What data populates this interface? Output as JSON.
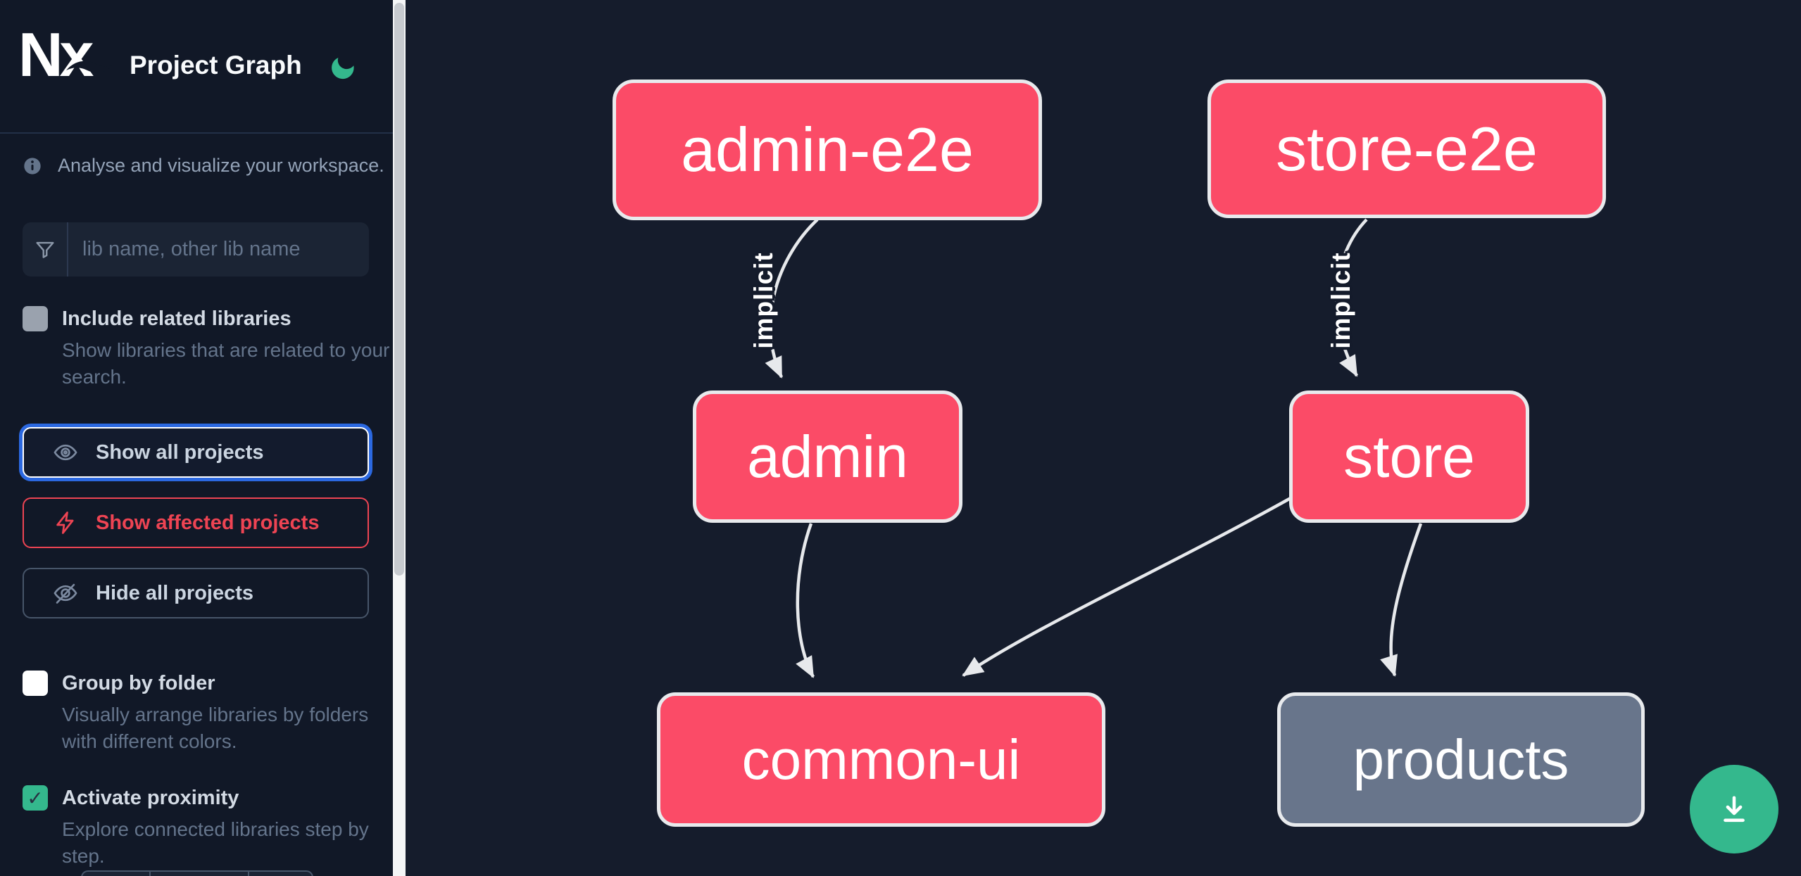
{
  "theme": {
    "bg-canvas": "#151c2c",
    "bg-sidebar": "#111827",
    "panel": "#1b2434",
    "divider": "#223047",
    "text-main": "#e2e8f0",
    "text-dim": "#64748b",
    "text-label": "#d3dae4",
    "node-pink": "#fb4b67",
    "node-gray": "#68758b",
    "node-border": "#e8eaed",
    "edge": "#e7e9ec",
    "accent-green": "#34b88d",
    "accent-blue": "#2b68e0",
    "accent-red": "#ee4453",
    "scroll-track": "#f4f5f6",
    "scroll-thumb": "#c7cacf",
    "checkbox-gray": "#9aa2ae",
    "check-dark": "#273041"
  },
  "header": {
    "logo_text": "Nx",
    "title": "Project Graph",
    "theme_toggle_icon": "moon-icon"
  },
  "sidebar": {
    "tagline": "Analyse and visualize your workspace.",
    "search": {
      "placeholder": "lib name, other lib name",
      "value": "",
      "icon": "filter-funnel-icon"
    },
    "toggles": [
      {
        "id": "include-related",
        "label": "Include related libraries",
        "description": "Show libraries that are related to your search.",
        "checked": false,
        "state": "disabled-gray"
      },
      {
        "id": "group-by-folder",
        "label": "Group by folder",
        "description": "Visually arrange libraries by folders with different colors.",
        "checked": false,
        "state": "unchecked-white"
      },
      {
        "id": "activate-proximity",
        "label": "Activate proximity",
        "description": "Explore connected libraries step by step.",
        "checked": true,
        "check_glyph": "✓",
        "state": "checked-green"
      }
    ],
    "actions": [
      {
        "id": "show-all",
        "label": "Show all projects",
        "icon": "eye-icon",
        "state": "focused"
      },
      {
        "id": "show-affected",
        "label": "Show affected projects",
        "icon": "lightning-bolt-icon",
        "state": "danger"
      },
      {
        "id": "hide-all",
        "label": "Hide all projects",
        "icon": "eye-off-icon",
        "state": "default"
      }
    ]
  },
  "graph": {
    "nodes": [
      {
        "id": "admin-e2e",
        "label": "admin-e2e",
        "type": "app-pink"
      },
      {
        "id": "store-e2e",
        "label": "store-e2e",
        "type": "app-pink"
      },
      {
        "id": "admin",
        "label": "admin",
        "type": "app-pink"
      },
      {
        "id": "store",
        "label": "store",
        "type": "app-pink"
      },
      {
        "id": "common-ui",
        "label": "common-ui",
        "type": "lib-pink"
      },
      {
        "id": "products",
        "label": "products",
        "type": "lib-gray"
      }
    ],
    "edges": [
      {
        "source": "admin-e2e",
        "target": "admin",
        "label": "implicit"
      },
      {
        "source": "store-e2e",
        "target": "store",
        "label": "implicit"
      },
      {
        "source": "admin",
        "target": "common-ui",
        "label": ""
      },
      {
        "source": "store",
        "target": "common-ui",
        "label": ""
      },
      {
        "source": "store",
        "target": "products",
        "label": ""
      }
    ]
  },
  "fab": {
    "icon": "download-icon"
  }
}
